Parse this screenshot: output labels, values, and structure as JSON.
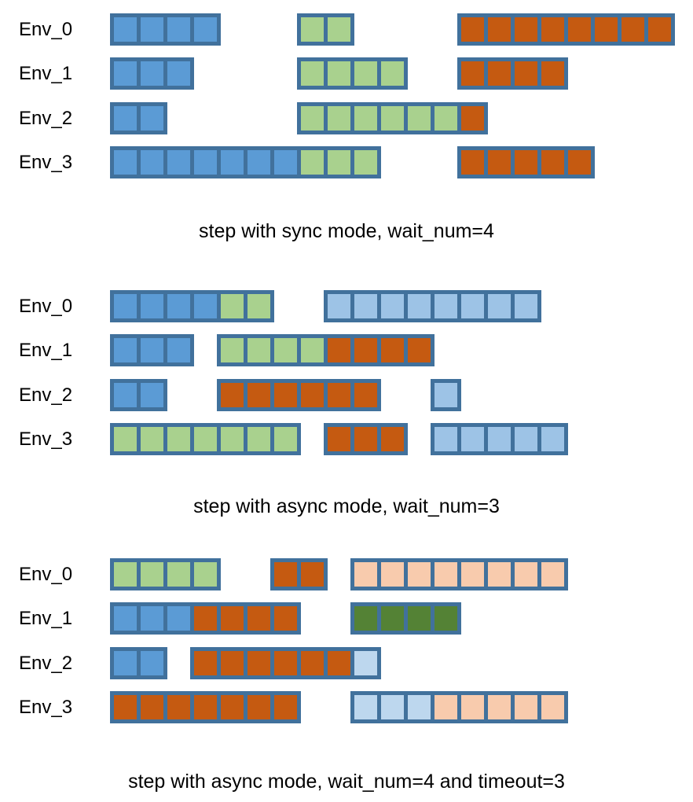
{
  "colors": {
    "frame": "#41719c",
    "busy_blue": "#5b9bd5",
    "green": "#a9d18e",
    "orange": "#c55a11",
    "light_blue": "#9dc3e6",
    "pale_blue": "#bdd7ee",
    "peach": "#f8cbad",
    "dark_green": "#548235",
    "text": "#000000",
    "background": "#ffffff"
  },
  "panels": [
    {
      "caption": "step with sync mode, wait_num=4",
      "rows": [
        {
          "label": "Env_0",
          "bars": [
            {
              "start": 0,
              "segments": [
                {
                  "color": "busy_blue",
                  "cells": 4
                }
              ]
            },
            {
              "start": 7,
              "segments": [
                {
                  "color": "green",
                  "cells": 2
                }
              ]
            },
            {
              "start": 13,
              "segments": [
                {
                  "color": "orange",
                  "cells": 8
                }
              ]
            }
          ]
        },
        {
          "label": "Env_1",
          "bars": [
            {
              "start": 0,
              "segments": [
                {
                  "color": "busy_blue",
                  "cells": 3
                }
              ]
            },
            {
              "start": 7,
              "segments": [
                {
                  "color": "green",
                  "cells": 4
                }
              ]
            },
            {
              "start": 13,
              "segments": [
                {
                  "color": "orange",
                  "cells": 4
                }
              ]
            }
          ]
        },
        {
          "label": "Env_2",
          "bars": [
            {
              "start": 0,
              "segments": [
                {
                  "color": "busy_blue",
                  "cells": 2
                }
              ]
            },
            {
              "start": 7,
              "segments": [
                {
                  "color": "green",
                  "cells": 6
                },
                {
                  "color": "orange",
                  "cells": 1
                }
              ]
            }
          ]
        },
        {
          "label": "Env_3",
          "bars": [
            {
              "start": 0,
              "segments": [
                {
                  "color": "busy_blue",
                  "cells": 7
                },
                {
                  "color": "green",
                  "cells": 3
                }
              ]
            },
            {
              "start": 13,
              "segments": [
                {
                  "color": "orange",
                  "cells": 5
                }
              ]
            }
          ]
        }
      ]
    },
    {
      "caption": "step with async mode, wait_num=3",
      "rows": [
        {
          "label": "Env_0",
          "bars": [
            {
              "start": 0,
              "segments": [
                {
                  "color": "busy_blue",
                  "cells": 4
                },
                {
                  "color": "green",
                  "cells": 2
                }
              ]
            },
            {
              "start": 8,
              "segments": [
                {
                  "color": "light_blue",
                  "cells": 8
                }
              ]
            }
          ]
        },
        {
          "label": "Env_1",
          "bars": [
            {
              "start": 0,
              "segments": [
                {
                  "color": "busy_blue",
                  "cells": 3
                }
              ]
            },
            {
              "start": 4,
              "segments": [
                {
                  "color": "green",
                  "cells": 4
                },
                {
                  "color": "orange",
                  "cells": 4
                }
              ]
            }
          ]
        },
        {
          "label": "Env_2",
          "bars": [
            {
              "start": 0,
              "segments": [
                {
                  "color": "busy_blue",
                  "cells": 2
                }
              ]
            },
            {
              "start": 4,
              "segments": [
                {
                  "color": "orange",
                  "cells": 6
                }
              ]
            },
            {
              "start": 12,
              "segments": [
                {
                  "color": "light_blue",
                  "cells": 1
                }
              ]
            }
          ]
        },
        {
          "label": "Env_3",
          "bars": [
            {
              "start": 0,
              "segments": [
                {
                  "color": "green",
                  "cells": 7
                }
              ]
            },
            {
              "start": 8,
              "segments": [
                {
                  "color": "orange",
                  "cells": 3
                }
              ]
            },
            {
              "start": 12,
              "segments": [
                {
                  "color": "light_blue",
                  "cells": 5
                }
              ]
            }
          ]
        }
      ]
    },
    {
      "caption": "step with async mode, wait_num=4 and timeout=3",
      "rows": [
        {
          "label": "Env_0",
          "bars": [
            {
              "start": 0,
              "segments": [
                {
                  "color": "green",
                  "cells": 4
                }
              ]
            },
            {
              "start": 6,
              "segments": [
                {
                  "color": "orange",
                  "cells": 2
                }
              ]
            },
            {
              "start": 9,
              "segments": [
                {
                  "color": "peach",
                  "cells": 8
                }
              ]
            }
          ]
        },
        {
          "label": "Env_1",
          "bars": [
            {
              "start": 0,
              "segments": [
                {
                  "color": "busy_blue",
                  "cells": 3
                },
                {
                  "color": "orange",
                  "cells": 4
                }
              ]
            },
            {
              "start": 9,
              "segments": [
                {
                  "color": "dark_green",
                  "cells": 4
                }
              ]
            }
          ]
        },
        {
          "label": "Env_2",
          "bars": [
            {
              "start": 0,
              "segments": [
                {
                  "color": "busy_blue",
                  "cells": 2
                }
              ]
            },
            {
              "start": 3,
              "segments": [
                {
                  "color": "orange",
                  "cells": 6
                },
                {
                  "color": "pale_blue",
                  "cells": 1
                }
              ]
            }
          ]
        },
        {
          "label": "Env_3",
          "bars": [
            {
              "start": 0,
              "segments": [
                {
                  "color": "orange",
                  "cells": 7
                }
              ]
            },
            {
              "start": 9,
              "segments": [
                {
                  "color": "pale_blue",
                  "cells": 3
                },
                {
                  "color": "peach",
                  "cells": 5
                }
              ]
            }
          ]
        }
      ]
    }
  ]
}
